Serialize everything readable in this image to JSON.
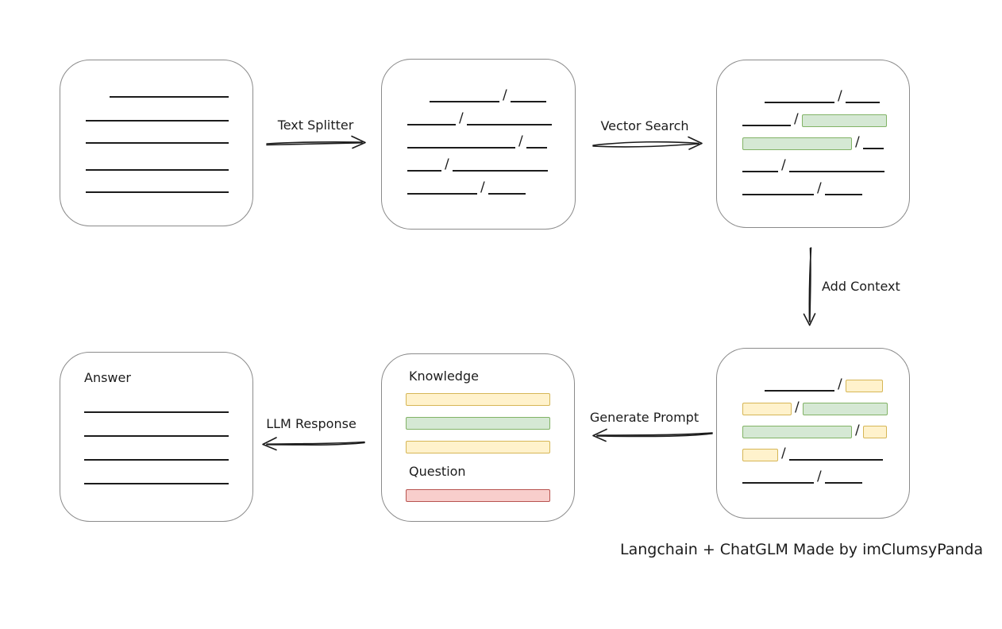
{
  "caption": "Langchain + ChatGLM Made by imClumsyPanda",
  "symbols": {
    "slash": "/"
  },
  "labels": {
    "text_splitter": "Text Splitter",
    "vector_search": "Vector Search",
    "add_context": "Add Context",
    "generate_prompt": "Generate Prompt",
    "llm_response": "LLM Response"
  },
  "boxes": {
    "document": {
      "line_count": 5
    },
    "split": {
      "rows": [
        {
          "segments": [
            {
              "t": "line",
              "w": 88,
              "ml": 28
            },
            {
              "t": "slash"
            },
            {
              "t": "line",
              "w": 45
            }
          ]
        },
        {
          "segments": [
            {
              "t": "line",
              "w": 61
            },
            {
              "t": "slash"
            },
            {
              "t": "line",
              "w": 107
            }
          ]
        },
        {
          "segments": [
            {
              "t": "line",
              "w": 136
            },
            {
              "t": "slash"
            },
            {
              "t": "line",
              "w": 26
            }
          ]
        },
        {
          "segments": [
            {
              "t": "line",
              "w": 43
            },
            {
              "t": "slash"
            },
            {
              "t": "line",
              "w": 120
            }
          ]
        },
        {
          "segments": [
            {
              "t": "line",
              "w": 88
            },
            {
              "t": "slash"
            },
            {
              "t": "line",
              "w": 47
            }
          ]
        }
      ]
    },
    "vector": {
      "rows": [
        {
          "segments": [
            {
              "t": "line",
              "w": 88,
              "ml": 28
            },
            {
              "t": "slash"
            },
            {
              "t": "line",
              "w": 43
            }
          ]
        },
        {
          "segments": [
            {
              "t": "line",
              "w": 61
            },
            {
              "t": "slash"
            },
            {
              "t": "green",
              "w": 107
            }
          ]
        },
        {
          "segments": [
            {
              "t": "green",
              "w": 138
            },
            {
              "t": "slash"
            },
            {
              "t": "line",
              "w": 26
            }
          ]
        },
        {
          "segments": [
            {
              "t": "line",
              "w": 45
            },
            {
              "t": "slash"
            },
            {
              "t": "line",
              "w": 120
            }
          ]
        },
        {
          "segments": [
            {
              "t": "line",
              "w": 90
            },
            {
              "t": "slash"
            },
            {
              "t": "line",
              "w": 47
            }
          ]
        }
      ]
    },
    "context": {
      "rows": [
        {
          "segments": [
            {
              "t": "line",
              "w": 88,
              "ml": 28
            },
            {
              "t": "slash"
            },
            {
              "t": "yellow",
              "w": 47
            }
          ]
        },
        {
          "segments": [
            {
              "t": "yellow",
              "w": 62
            },
            {
              "t": "slash"
            },
            {
              "t": "green",
              "w": 107
            }
          ]
        },
        {
          "segments": [
            {
              "t": "green",
              "w": 138
            },
            {
              "t": "slash"
            },
            {
              "t": "yellow",
              "w": 30
            }
          ]
        },
        {
          "segments": [
            {
              "t": "yellow",
              "w": 45
            },
            {
              "t": "slash"
            },
            {
              "t": "line",
              "w": 118
            }
          ]
        },
        {
          "segments": [
            {
              "t": "line",
              "w": 90
            },
            {
              "t": "slash"
            },
            {
              "t": "line",
              "w": 47
            }
          ]
        }
      ]
    },
    "prompt": {
      "knowledge_label": "Knowledge",
      "question_label": "Question",
      "knowledge_bars": [
        "yellow",
        "green",
        "yellow"
      ],
      "question_bar": "red"
    },
    "answer": {
      "label": "Answer",
      "line_count": 4
    }
  },
  "colors": {
    "green_fill": "#d5e8d4",
    "green_stroke": "#82b366",
    "yellow_fill": "#fff2cc",
    "yellow_stroke": "#d6b656",
    "red_fill": "#f8cecc",
    "red_stroke": "#b85450",
    "ink": "#1c1c1c",
    "box_border": "#8b8b8b",
    "background": "#ffffff"
  }
}
